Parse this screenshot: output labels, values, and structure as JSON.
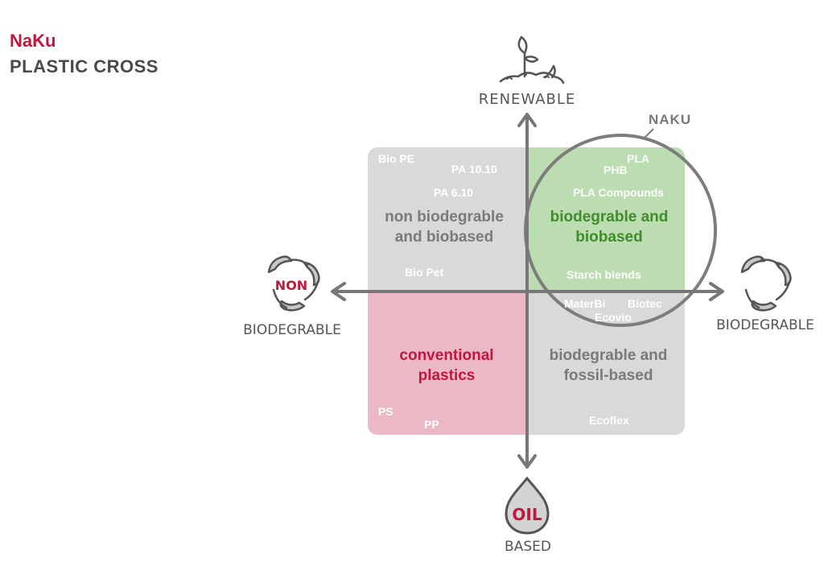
{
  "header": {
    "brand": "NaKu",
    "subtitle": "PLASTIC CROSS"
  },
  "axes": {
    "top": "RENEWABLE",
    "bottom_oil": "OIL",
    "bottom": "BASED",
    "left_non": "NON",
    "left": "BIODEGRABLE",
    "right": "BIODEGRABLE"
  },
  "circle_label": "NAKU",
  "quadrants": {
    "top_left": {
      "line1": "non biodegrable",
      "line2": "and biobased",
      "color": "#d9d9d9"
    },
    "top_right": {
      "line1": "biodegrable and",
      "line2": "biobased",
      "color": "#bcdcb1"
    },
    "bottom_left": {
      "line1": "conventional",
      "line2": "plastics",
      "color": "#ebb9c5"
    },
    "bottom_right": {
      "line1": "biodegrable and",
      "line2": "fossil-based",
      "color": "#d9d9d9"
    }
  },
  "materials": {
    "bio_pe": "Bio PE",
    "pa_1010": "PA 10.10",
    "pa_610": "PA 6.10",
    "bio_pet": "Bio Pet",
    "pla": "PLA",
    "phb": "PHB",
    "pla_compounds": "PLA Compounds",
    "starch_blends": "Starch blends",
    "materbi": "MaterBi",
    "biotec": "Biotec",
    "ecovio": "Ecovio",
    "ps": "PS",
    "pp": "PP",
    "ecoflex": "Ecoflex"
  },
  "colors": {
    "brand": "#c4163c",
    "axis": "#777777",
    "green_text": "#3f8c2b",
    "red_text": "#c4163c",
    "grey_text": "#7a7a7a"
  }
}
